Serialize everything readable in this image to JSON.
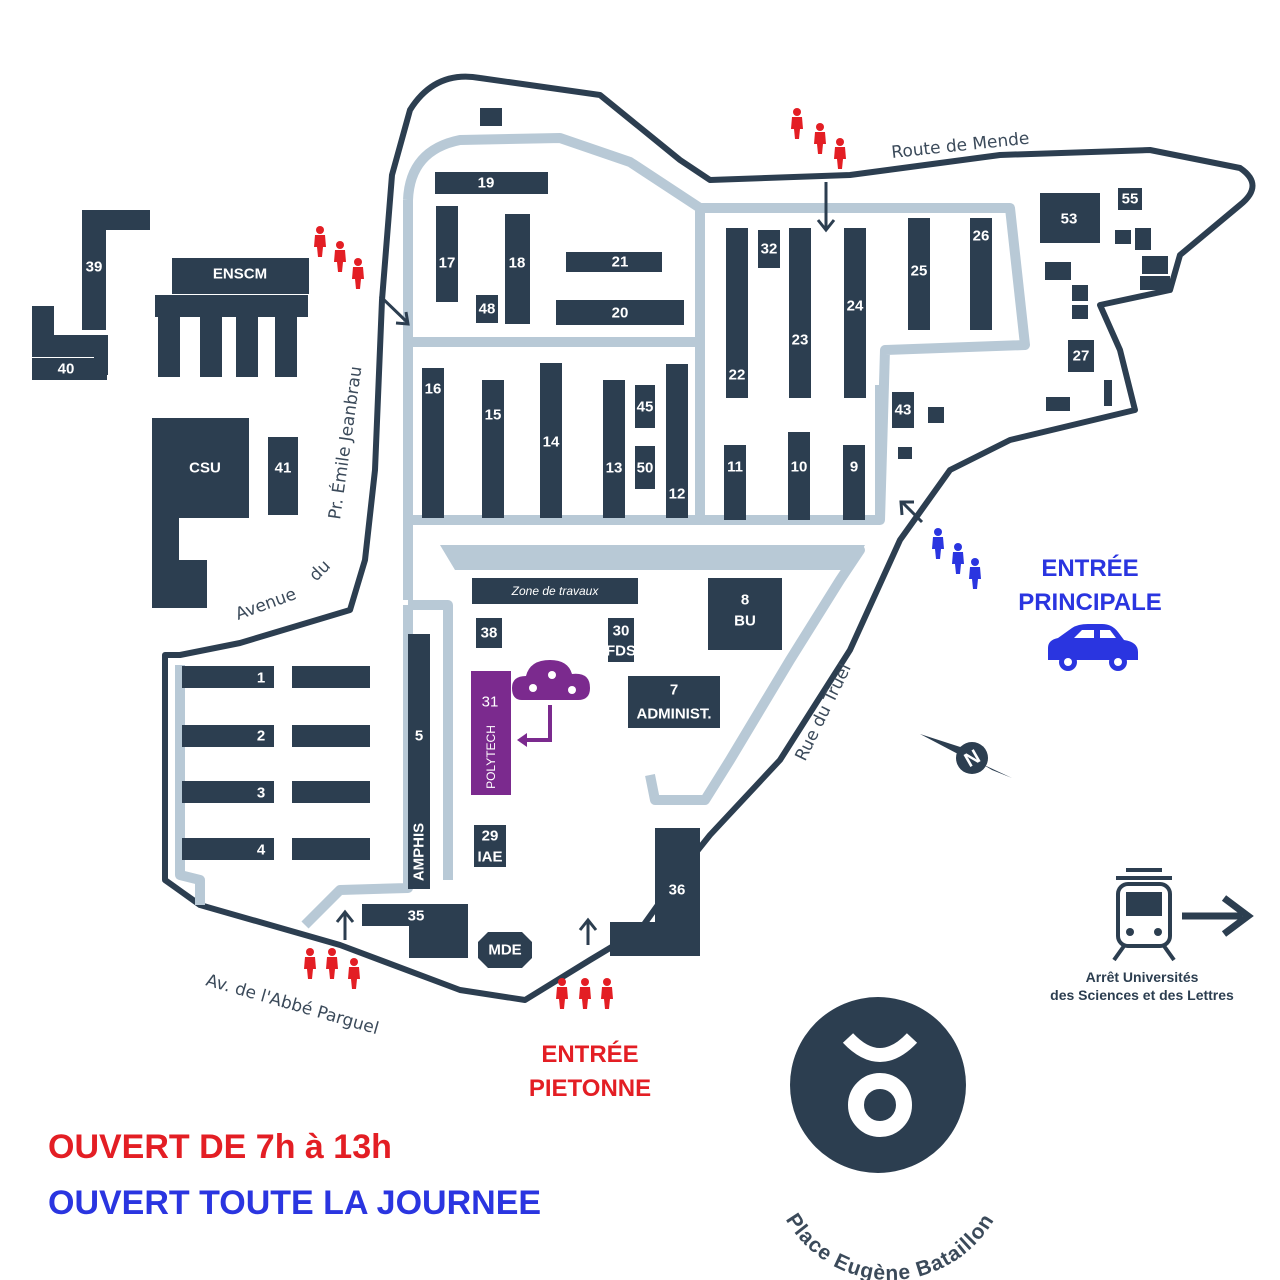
{
  "colors": {
    "building": "#2c3e50",
    "path": "#b8c9d6",
    "red": "#e31e24",
    "blue": "#2a35e0",
    "purple": "#7b2a8e"
  },
  "buildings": {
    "b1": "1",
    "b2": "2",
    "b3": "3",
    "b4": "4",
    "b5": "5",
    "b7": "7",
    "b7_sub": "ADMINIST.",
    "b8": "8",
    "b8_sub": "BU",
    "b9": "9",
    "b10": "10",
    "b11": "11",
    "b12": "12",
    "b13": "13",
    "b14": "14",
    "b15": "15",
    "b16": "16",
    "b17": "17",
    "b18": "18",
    "b19": "19",
    "b20": "20",
    "b21": "21",
    "b22": "22",
    "b23": "23",
    "b24": "24",
    "b25": "25",
    "b26": "26",
    "b27": "27",
    "b29": "29",
    "b29_sub": "IAE",
    "b30": "30",
    "b30_sub": "FDS",
    "b31": "31",
    "b31_sub": "POLYTECH",
    "b32": "32",
    "b35": "35",
    "b36": "36",
    "b38": "38",
    "b39": "39",
    "b40": "40",
    "b41": "41",
    "b43": "43",
    "b45": "45",
    "b48": "48",
    "b50": "50",
    "b53": "53",
    "b55": "55",
    "ensem": "ENSCM",
    "csu": "CSU",
    "amphis": "AMPHIS",
    "mde": "MDE",
    "zone": "Zone de travaux"
  },
  "streets": {
    "route_mende": "Route de Mende",
    "avenue": "Avenue",
    "du": "du",
    "jeanbrau": "Pr. Émile Jeanbrau",
    "truel": "Rue du Truel",
    "parguel": "Av. de l'Abbé Parguel"
  },
  "entrances": {
    "main_line1": "ENTRÉE",
    "main_line2": "PRINCIPALE",
    "pedestrian_line1": "ENTRÉE",
    "pedestrian_line2": "PIETONNE"
  },
  "tram": {
    "line1": "Arrêt Universités",
    "line2": "des Sciences et des Lettres"
  },
  "place": "Place Eugène Bataillon",
  "legend": {
    "red_text": "OUVERT DE 7h à 13h",
    "blue_text": "OUVERT TOUTE LA JOURNEE"
  }
}
